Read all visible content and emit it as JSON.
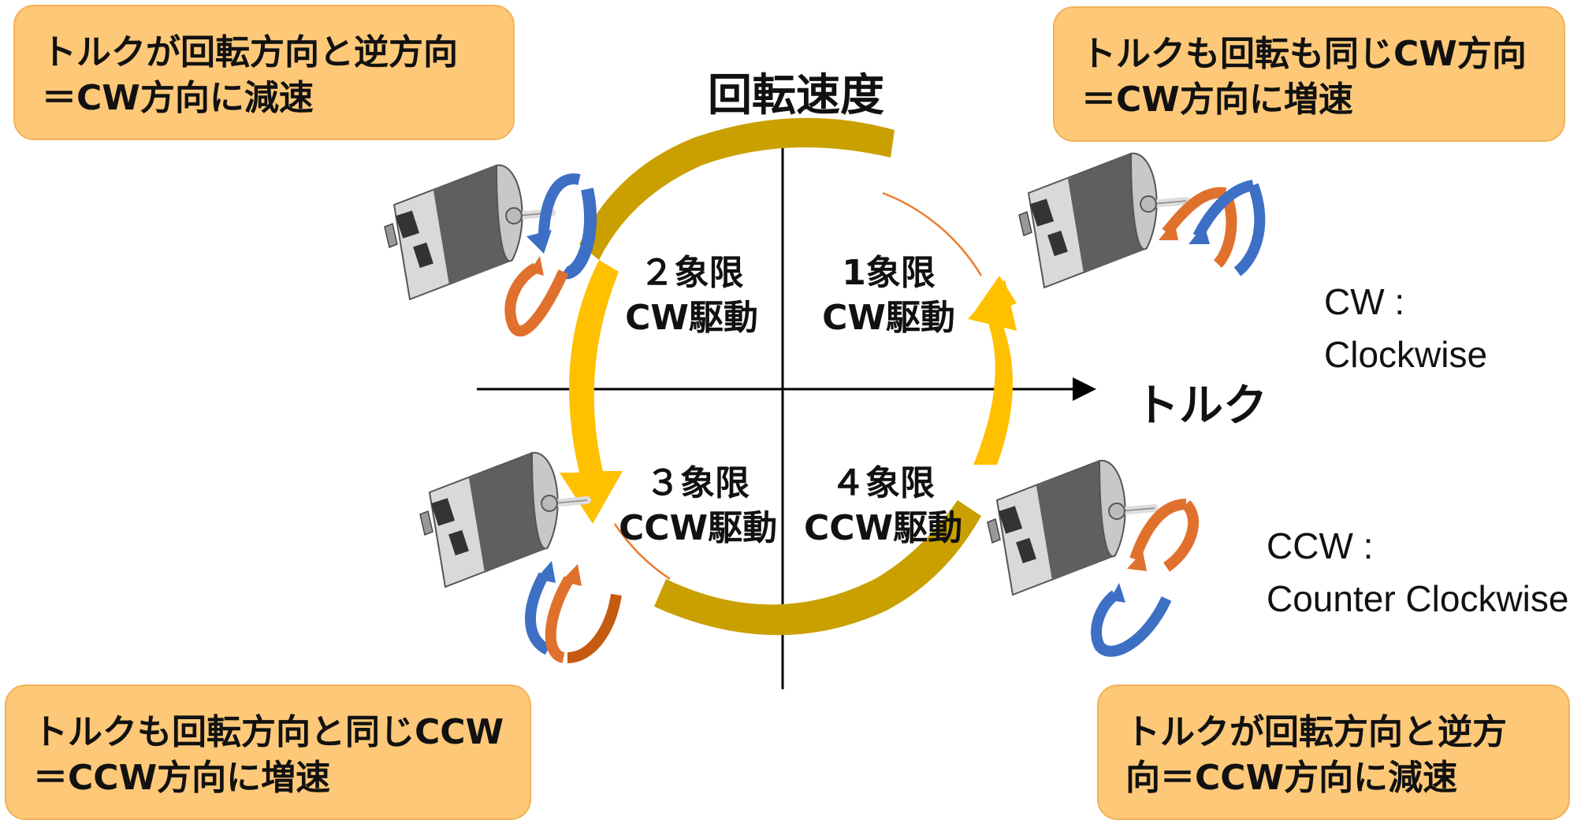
{
  "axes": {
    "vertical_label": "回転速度",
    "horizontal_label": "トルク"
  },
  "quadrants": [
    {
      "id": "q1",
      "number": "1象限",
      "drive": "CW駆動"
    },
    {
      "id": "q2",
      "number": "２象限",
      "drive": "CW駆動"
    },
    {
      "id": "q3",
      "number": "３象限",
      "drive": "CCW駆動"
    },
    {
      "id": "q4",
      "number": "４象限",
      "drive": "CCW駆動"
    }
  ],
  "callouts": {
    "top_left": {
      "line1": "トルクが回転方向と逆方向",
      "line2": "＝CW方向に減速"
    },
    "top_right": {
      "line1": "トルクも回転も同じCW方向",
      "line2": "＝CW方向に増速"
    },
    "bottom_left": {
      "line1": "トルクも回転方向と同じCCW",
      "line2": "＝CCW方向に増速"
    },
    "bottom_right": {
      "line1": "トルクが回転方向と逆方",
      "line2": "向＝CCW方向に減速"
    }
  },
  "legend": {
    "cw_abbr": "CW :",
    "cw_full": "Clockwise",
    "ccw_abbr": "CCW :",
    "ccw_full": "Counter Clockwise"
  },
  "colors": {
    "callout_fill": "#fdc878",
    "arrow_gold": "#c9a000",
    "arrow_yellow": "#ffc000",
    "thin_arc": "#ed7d31",
    "torque_arrow": "#e0712c",
    "rotation_arrow": "#3d6fc4",
    "motor_body": "#6b6b6b"
  },
  "icons": [
    "motor-icon",
    "rotation-arrow-icon",
    "torque-arrow-icon"
  ]
}
